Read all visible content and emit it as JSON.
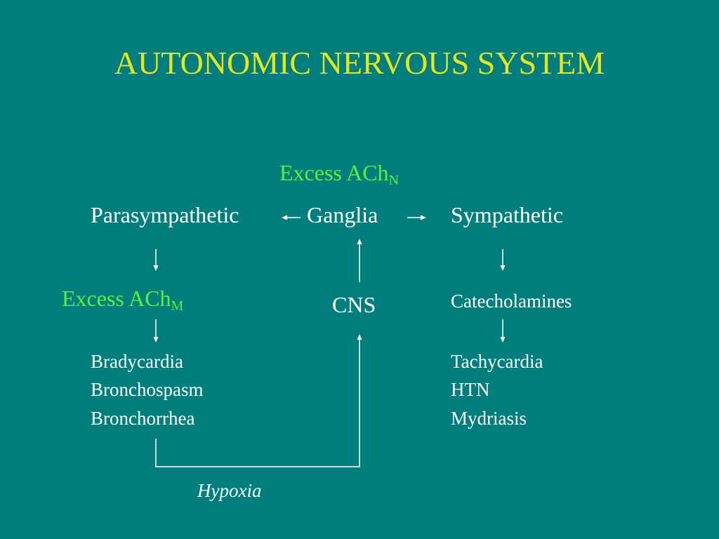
{
  "title": "AUTONOMIC NERVOUS SYSTEM",
  "colors": {
    "background": "#007d7d",
    "title": "#e6e61c",
    "highlight": "#5cf03c",
    "text": "#ffffff"
  },
  "nodes": {
    "excess_ach_n": {
      "text": "Excess ACh",
      "subscript": "N"
    },
    "parasympathetic": "Parasympathetic",
    "ganglia": "Ganglia",
    "sympathetic": "Sympathetic",
    "excess_ach_m": {
      "text": "Excess ACh",
      "subscript": "M"
    },
    "cns": "CNS",
    "catecholamines": "Catecholamines",
    "hypoxia": "Hypoxia"
  },
  "effects": {
    "parasympathetic": [
      "Bradycardia",
      "Bronchospasm",
      "Bronchorrhea"
    ],
    "sympathetic": [
      "Tachycardia",
      "HTN",
      "Mydriasis"
    ]
  }
}
